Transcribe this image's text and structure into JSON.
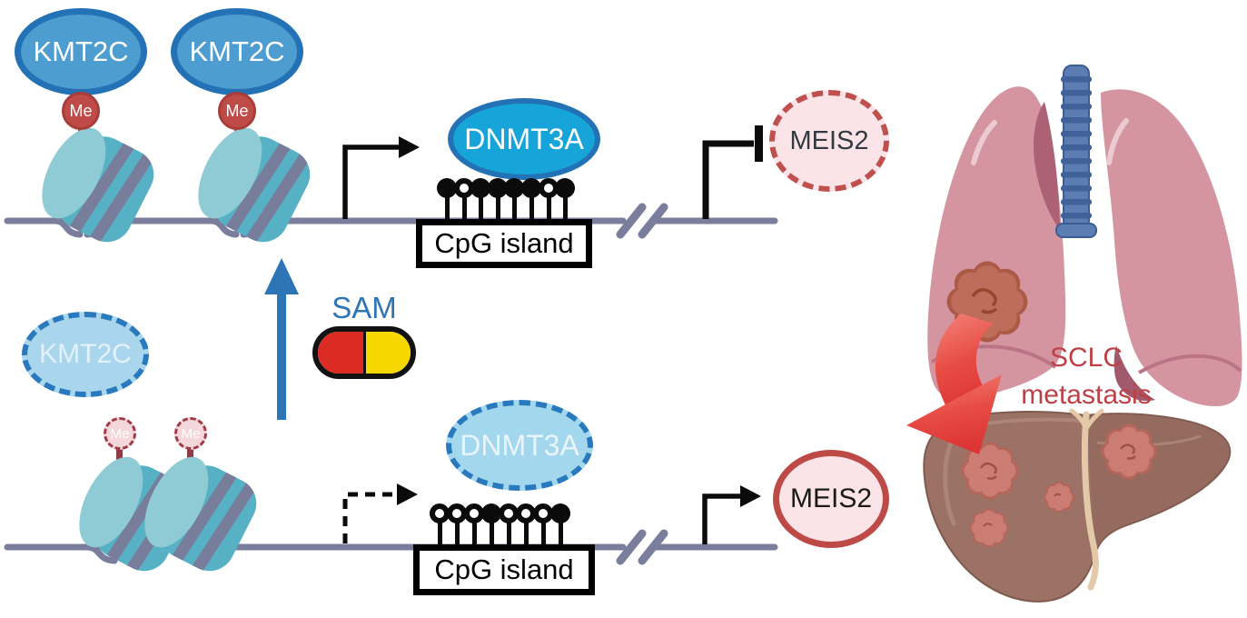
{
  "labels": {
    "kmt2c": "KMT2C",
    "me": "Me",
    "dnmt3a": "DNMT3A",
    "cpg_island": "CpG island",
    "meis2": "MEIS2",
    "sam": "SAM",
    "sclc_line1": "SCLC",
    "sclc_line2": "metastasis"
  },
  "cpg_methylation": {
    "top_pattern": [
      "methylated",
      "unmethylated",
      "methylated",
      "methylated",
      "methylated",
      "methylated",
      "unmethylated",
      "methylated"
    ],
    "bottom_pattern": [
      "unmethylated",
      "unmethylated",
      "unmethylated",
      "methylated",
      "unmethylated",
      "unmethylated",
      "unmethylated",
      "methylated"
    ]
  },
  "colors": {
    "protein_border_blue": "#2272B5",
    "kmt2c_fill": "#4D9DD0",
    "dnmt3a_fill": "#17A5D9",
    "inactive_protein_fill": "#A9D6EC",
    "me_red": "#BF4B48",
    "meis2_red": "#BE4A47",
    "meis2_fill": "#FAE4E7",
    "dna_strand_gray": "#7A7E9C",
    "nucleosome_body": "#57B1C5",
    "nucleosome_face": "#8FCBD4",
    "sam_blue": "#2E75B6",
    "capsule_red": "#DC2B22",
    "capsule_yellow": "#F6D800",
    "metastasis_text_red": "#BD4046",
    "lung_pink": "#D495A1",
    "trachea_blue": "#5C7DB2",
    "liver_brown": "#9C7266",
    "tumor_pink": "#CB7D73"
  }
}
